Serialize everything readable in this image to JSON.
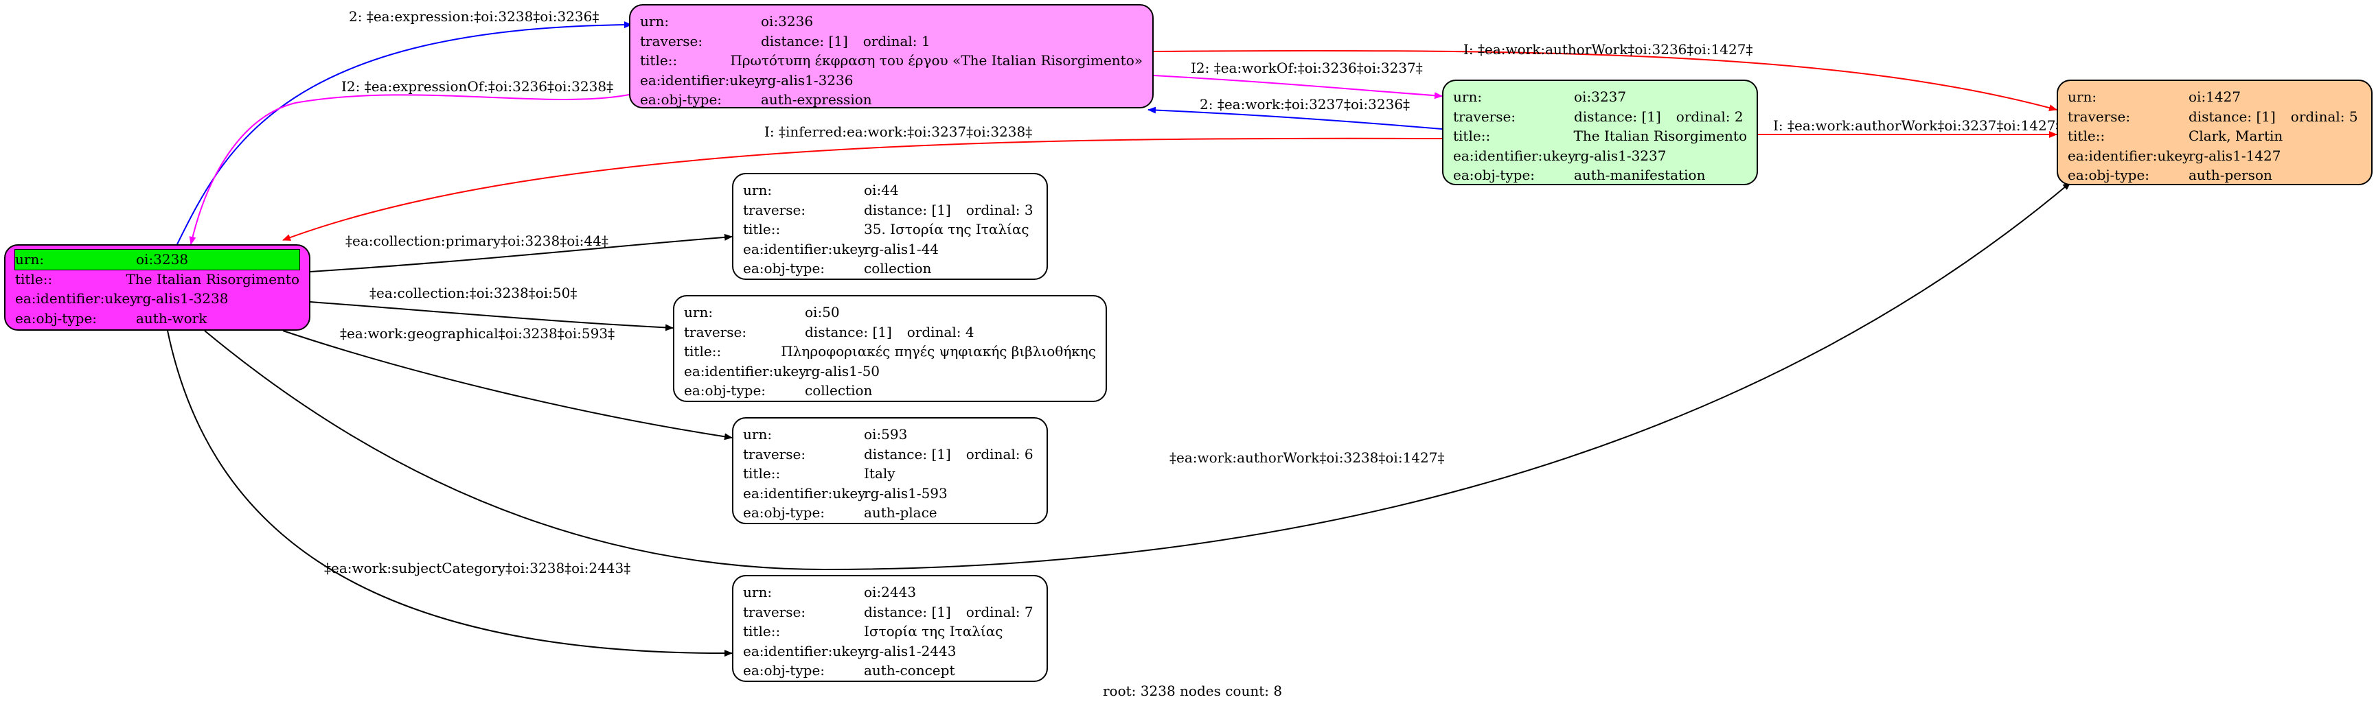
{
  "nodes": {
    "n3236": {
      "color": "#ff99ff",
      "rows": [
        {
          "key": "urn:",
          "v1": "oi:3236"
        },
        {
          "key": "traverse:",
          "v1": "distance: [1]",
          "v2": "ordinal: 1"
        },
        {
          "key": "title::",
          "v1": "Πρωτότυπη έκφραση του έργου «The Italian Risorgimento»"
        },
        {
          "key": "ea:identifier:ukey",
          "v1": "rg-alis1-3236"
        },
        {
          "key": "ea:obj-type:",
          "v1": "auth-expression"
        }
      ]
    },
    "n3237": {
      "color": "#ccffcc",
      "rows": [
        {
          "key": "urn:",
          "v1": "oi:3237"
        },
        {
          "key": "traverse:",
          "v1": "distance: [1]",
          "v2": "ordinal: 2"
        },
        {
          "key": "title::",
          "v1": "The Italian Risorgimento"
        },
        {
          "key": "ea:identifier:ukey",
          "v1": "rg-alis1-3237"
        },
        {
          "key": "ea:obj-type:",
          "v1": "auth-manifestation"
        }
      ]
    },
    "n1427": {
      "color": "#ffcc99",
      "rows": [
        {
          "key": "urn:",
          "v1": "oi:1427"
        },
        {
          "key": "traverse:",
          "v1": "distance: [1]",
          "v2": "ordinal: 5"
        },
        {
          "key": "title::",
          "v1": "Clark, Martin"
        },
        {
          "key": "ea:identifier:ukey",
          "v1": "rg-alis1-1427"
        },
        {
          "key": "ea:obj-type:",
          "v1": "auth-person"
        }
      ]
    },
    "n3238": {
      "color": "#ff33ff",
      "highlight": "#00ee00",
      "rows": [
        {
          "key": "urn:",
          "v1": "oi:3238"
        },
        {
          "key": "title::",
          "v1": "The Italian Risorgimento"
        },
        {
          "key": "ea:identifier:ukey",
          "v1": "rg-alis1-3238"
        },
        {
          "key": "ea:obj-type:",
          "v1": "auth-work"
        }
      ]
    },
    "n44": {
      "color": "#ffffff",
      "rows": [
        {
          "key": "urn:",
          "v1": "oi:44"
        },
        {
          "key": "traverse:",
          "v1": "distance: [1]",
          "v2": "ordinal: 3"
        },
        {
          "key": "title::",
          "v1": "35. Ιστορία της Ιταλίας"
        },
        {
          "key": "ea:identifier:ukey",
          "v1": "rg-alis1-44"
        },
        {
          "key": "ea:obj-type:",
          "v1": "collection"
        }
      ]
    },
    "n50": {
      "color": "#ffffff",
      "rows": [
        {
          "key": "urn:",
          "v1": "oi:50"
        },
        {
          "key": "traverse:",
          "v1": "distance: [1]",
          "v2": "ordinal: 4"
        },
        {
          "key": "title::",
          "v1": "Πληροφοριακές πηγές ψηφιακής βιβλιοθήκης"
        },
        {
          "key": "ea:identifier:ukey",
          "v1": "rg-alis1-50"
        },
        {
          "key": "ea:obj-type:",
          "v1": "collection"
        }
      ]
    },
    "n593": {
      "color": "#ffffff",
      "rows": [
        {
          "key": "urn:",
          "v1": "oi:593"
        },
        {
          "key": "traverse:",
          "v1": "distance: [1]",
          "v2": "ordinal: 6"
        },
        {
          "key": "title::",
          "v1": "Italy"
        },
        {
          "key": "ea:identifier:ukey",
          "v1": "rg-alis1-593"
        },
        {
          "key": "ea:obj-type:",
          "v1": "auth-place"
        }
      ]
    },
    "n2443": {
      "color": "#ffffff",
      "rows": [
        {
          "key": "urn:",
          "v1": "oi:2443"
        },
        {
          "key": "traverse:",
          "v1": "distance: [1]",
          "v2": "ordinal: 7"
        },
        {
          "key": "title::",
          "v1": "Ιστορία της Ιταλίας"
        },
        {
          "key": "ea:identifier:ukey",
          "v1": "rg-alis1-2443"
        },
        {
          "key": "ea:obj-type:",
          "v1": "auth-concept"
        }
      ]
    }
  },
  "edges": {
    "e1": {
      "label": "2: ‡ea:expression:‡oi:3238‡oi:3236‡",
      "color": "#0000ff"
    },
    "e2": {
      "label": "I2: ‡ea:expressionOf:‡oi:3236‡oi:3238‡",
      "color": "#ff00ff"
    },
    "e3": {
      "label": "I: ‡ea:work:authorWork‡oi:3236‡oi:1427‡",
      "color": "#ff0000"
    },
    "e4": {
      "label": "I2: ‡ea:workOf:‡oi:3236‡oi:3237‡",
      "color": "#ff00ff"
    },
    "e5": {
      "label": "2: ‡ea:work:‡oi:3237‡oi:3236‡",
      "color": "#0000ff"
    },
    "e6": {
      "label": "I: ‡ea:work:authorWork‡oi:3237‡oi:1427‡",
      "color": "#ff0000"
    },
    "e7": {
      "label": "I: ‡inferred:ea:work:‡oi:3237‡oi:3238‡",
      "color": "#ff0000"
    },
    "e8": {
      "label": "‡ea:collection:primary‡oi:3238‡oi:44‡",
      "color": "#000000"
    },
    "e9": {
      "label": "‡ea:collection:‡oi:3238‡oi:50‡",
      "color": "#000000"
    },
    "e10": {
      "label": "‡ea:work:geographical‡oi:3238‡oi:593‡",
      "color": "#000000"
    },
    "e11": {
      "label": "‡ea:work:authorWork‡oi:3238‡oi:1427‡",
      "color": "#000000"
    },
    "e12": {
      "label": "‡ea:work:subjectCategory‡oi:3238‡oi:2443‡",
      "color": "#000000"
    }
  },
  "footer": "root: 3238 nodes count: 8"
}
